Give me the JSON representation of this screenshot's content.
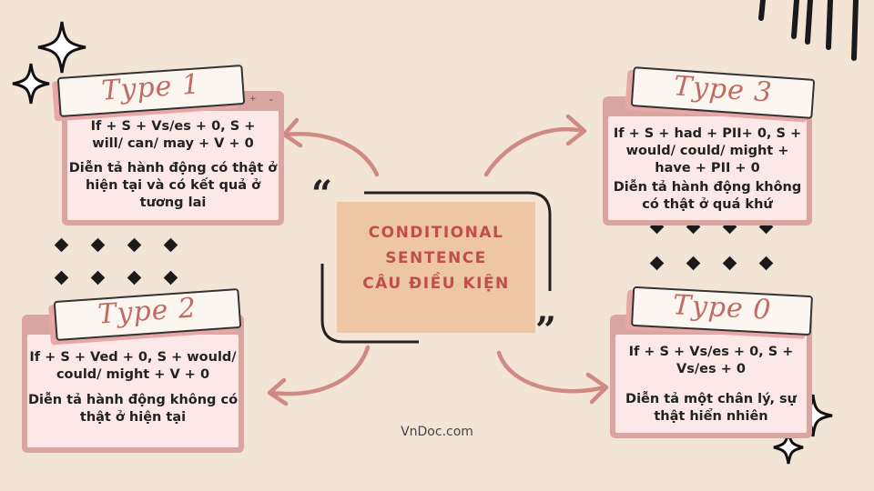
{
  "center": {
    "line1": "CONDITIONAL",
    "line2": "SENTENCE",
    "line3": "CÂU ĐIỀU KIỆN",
    "open_quote": "“",
    "close_quote": "”"
  },
  "cards": {
    "type1": {
      "title": "Type 1",
      "formula_1": "If + S + Vs/es + 0, S +",
      "formula_2": "will/ can/ may + V + 0",
      "desc_1": "Diễn tả hành động có thật ở",
      "desc_2": "hiện tại và có kết quả ở",
      "desc_3": "tương lai"
    },
    "type2": {
      "title": "Type 2",
      "formula_1": "If + S + Ved + 0, S + would/",
      "formula_2": "could/ might + V + 0",
      "desc_1": "Diễn tả hành động  không có",
      "desc_2": "thật ở hiện tại"
    },
    "type3": {
      "title": "Type 3",
      "formula_1": "If + S +  had + PII+ 0, S +",
      "formula_2": "would/ could/ might +",
      "formula_3": "have + PII + 0",
      "desc_1": "Diễn tả hành động không",
      "desc_2": "có thật ở quá khứ"
    },
    "type0": {
      "title": "Type 0",
      "formula_1": "If + S + Vs/es + 0, S +",
      "formula_2": "Vs/es + 0",
      "desc_1": "Diễn tả một chân lý, sự",
      "desc_2": "thật hiển nhiên"
    }
  },
  "window_controls": {
    "close": "×",
    "plus": "+",
    "chevron": "⌄"
  },
  "footer": {
    "site": "VnDoc.com"
  },
  "colors": {
    "background": "#f3e5d6",
    "accent": "#c26a64",
    "center_fill": "#edc6a4",
    "card_body": "#fce9e7",
    "card_frame": "#d8a5a0"
  }
}
